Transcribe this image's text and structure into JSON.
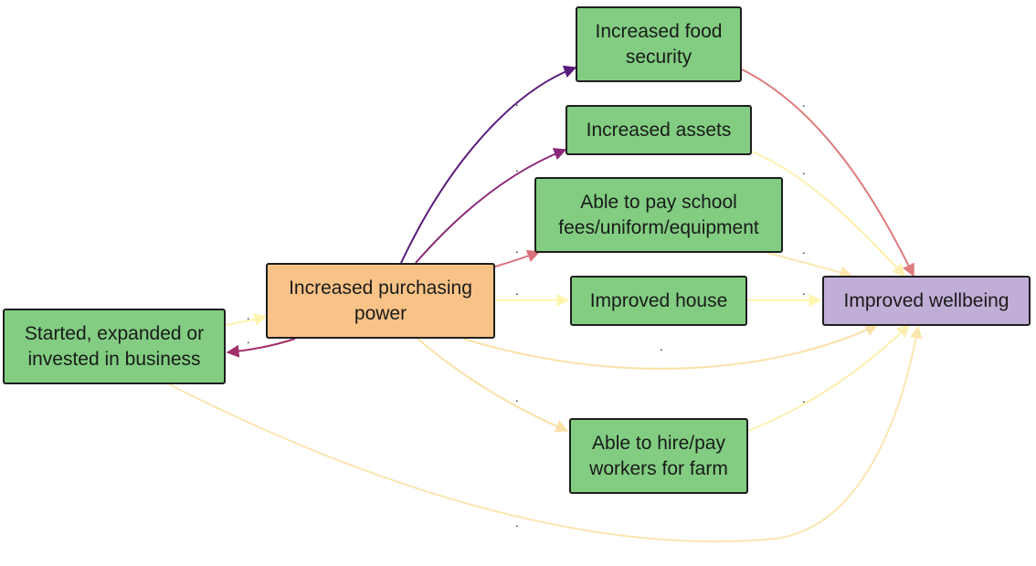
{
  "nodes": {
    "business": {
      "label": "Started, expanded or invested in business",
      "fill": "#82cd82"
    },
    "purchasing": {
      "label": "Increased purchasing power",
      "fill": "#f9c387"
    },
    "food": {
      "label": "Increased food security",
      "fill": "#82cd82"
    },
    "assets": {
      "label": "Increased assets",
      "fill": "#82cd82"
    },
    "school": {
      "label": "Able to pay school fees/uniform/equipment",
      "fill": "#82cd82"
    },
    "house": {
      "label": "Improved house",
      "fill": "#82cd82"
    },
    "workers": {
      "label": "Able to hire/pay workers for farm",
      "fill": "#82cd82"
    },
    "wellbeing": {
      "label": "Improved wellbeing",
      "fill": "#c1aed7"
    }
  },
  "edges": [
    {
      "from": "business",
      "to": "purchasing",
      "label": ".",
      "color": "#fdf5b0"
    },
    {
      "from": "purchasing",
      "to": "business",
      "label": ".",
      "color": "#a0306a"
    },
    {
      "from": "purchasing",
      "to": "food",
      "label": ".",
      "color": "#5a1a7a"
    },
    {
      "from": "purchasing",
      "to": "assets",
      "label": ".",
      "color": "#8a2878"
    },
    {
      "from": "purchasing",
      "to": "school",
      "label": ".",
      "color": "#d9707a"
    },
    {
      "from": "purchasing",
      "to": "house",
      "label": ".",
      "color": "#fdf5b0"
    },
    {
      "from": "purchasing",
      "to": "wellbeing",
      "label": ".",
      "color": "#fbe0a8"
    },
    {
      "from": "purchasing",
      "to": "workers",
      "label": ".",
      "color": "#fbe0a8"
    },
    {
      "from": "food",
      "to": "wellbeing",
      "label": ".",
      "color": "#dd7a7e"
    },
    {
      "from": "assets",
      "to": "wellbeing",
      "label": ".",
      "color": "#fdf0b0"
    },
    {
      "from": "school",
      "to": "wellbeing",
      "label": ".",
      "color": "#fbe6b0"
    },
    {
      "from": "house",
      "to": "wellbeing",
      "label": ".",
      "color": "#fdf5b0"
    },
    {
      "from": "workers",
      "to": "wellbeing",
      "label": ".",
      "color": "#fdf0b0"
    },
    {
      "from": "business",
      "to": "wellbeing",
      "label": ".",
      "color": "#fbe6b0"
    }
  ]
}
